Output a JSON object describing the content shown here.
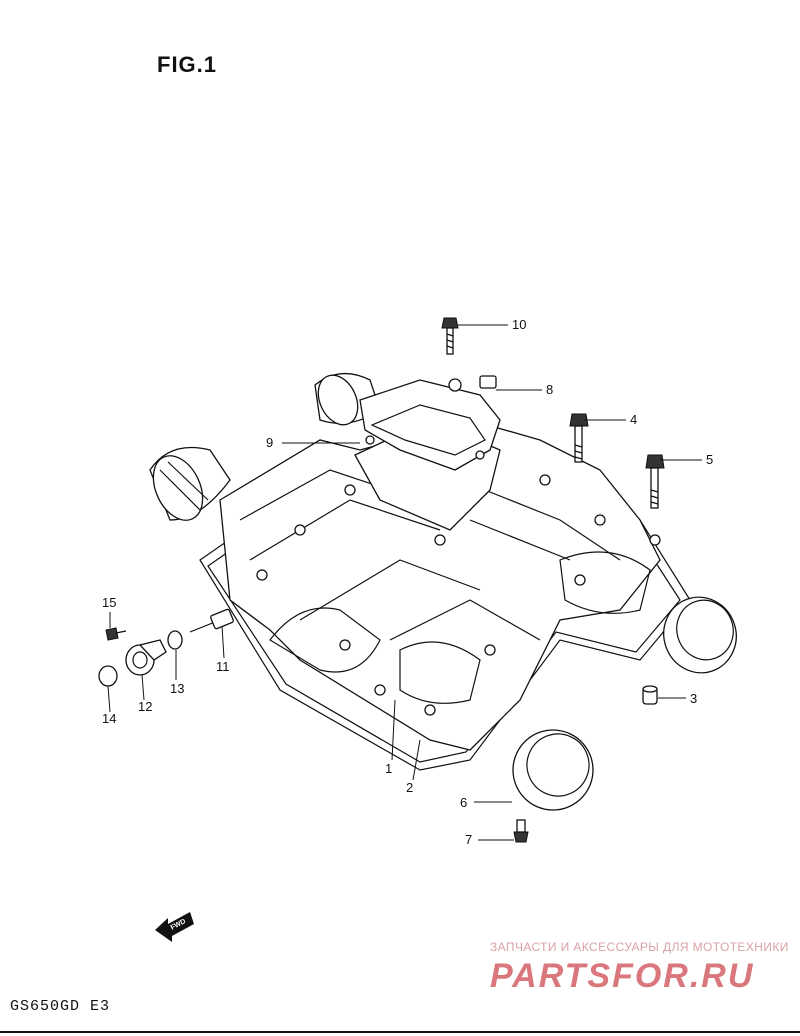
{
  "figure": {
    "title": "FIG.1",
    "model": "GS650GD E3"
  },
  "watermark": {
    "caption": "ЗАПЧАСТИ И АКСЕССУАРЫ ДЛЯ МОТОТЕХНИКИ",
    "logo": "PARTSFOR.RU"
  },
  "fwd_badge": "FWD",
  "callouts": [
    {
      "id": "c10",
      "label": "10"
    },
    {
      "id": "c8",
      "label": "8"
    },
    {
      "id": "c4",
      "label": "4"
    },
    {
      "id": "c5",
      "label": "5"
    },
    {
      "id": "c9",
      "label": "9"
    },
    {
      "id": "c15",
      "label": "15"
    },
    {
      "id": "c11",
      "label": "11"
    },
    {
      "id": "c13",
      "label": "13"
    },
    {
      "id": "c12",
      "label": "12"
    },
    {
      "id": "c14",
      "label": "14"
    },
    {
      "id": "c3",
      "label": "3"
    },
    {
      "id": "c1",
      "label": "1"
    },
    {
      "id": "c2",
      "label": "2"
    },
    {
      "id": "c6",
      "label": "6"
    },
    {
      "id": "c7",
      "label": "7"
    }
  ],
  "colors": {
    "ink": "#111111",
    "watermark": "#d46066"
  }
}
